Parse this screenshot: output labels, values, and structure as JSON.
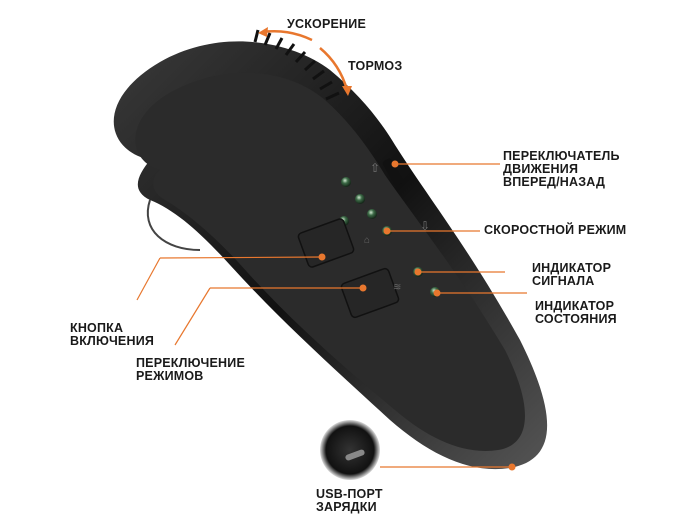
{
  "diagram": {
    "subject": "remote-control",
    "accent_color": "#e8772e",
    "body_color": "#2b2b2b",
    "labels": {
      "acceleration": "УСКОРЕНИЕ",
      "brake": "ТОРМОЗ",
      "direction_switch": [
        "ПЕРЕКЛЮЧАТЕЛЬ",
        "ДВИЖЕНИЯ",
        "ВПЕРЕД/НАЗАД"
      ],
      "speed_mode": "СКОРОСТНОЙ РЕЖИМ",
      "signal_indicator": [
        "ИНДИКАТОР",
        "СИГНАЛА"
      ],
      "status_indicator": [
        "ИНДИКАТОР",
        "СОСТОЯНИЯ"
      ],
      "power_button": [
        "КНОПКА",
        "ВКЛЮЧЕНИЯ"
      ],
      "mode_switch": [
        "ПЕРЕКЛЮЧЕНИЕ",
        "РЕЖИМОВ"
      ],
      "usb_port": [
        "USB-ПОРТ",
        "ЗАРЯДКИ"
      ]
    },
    "speed_leds": 5
  }
}
